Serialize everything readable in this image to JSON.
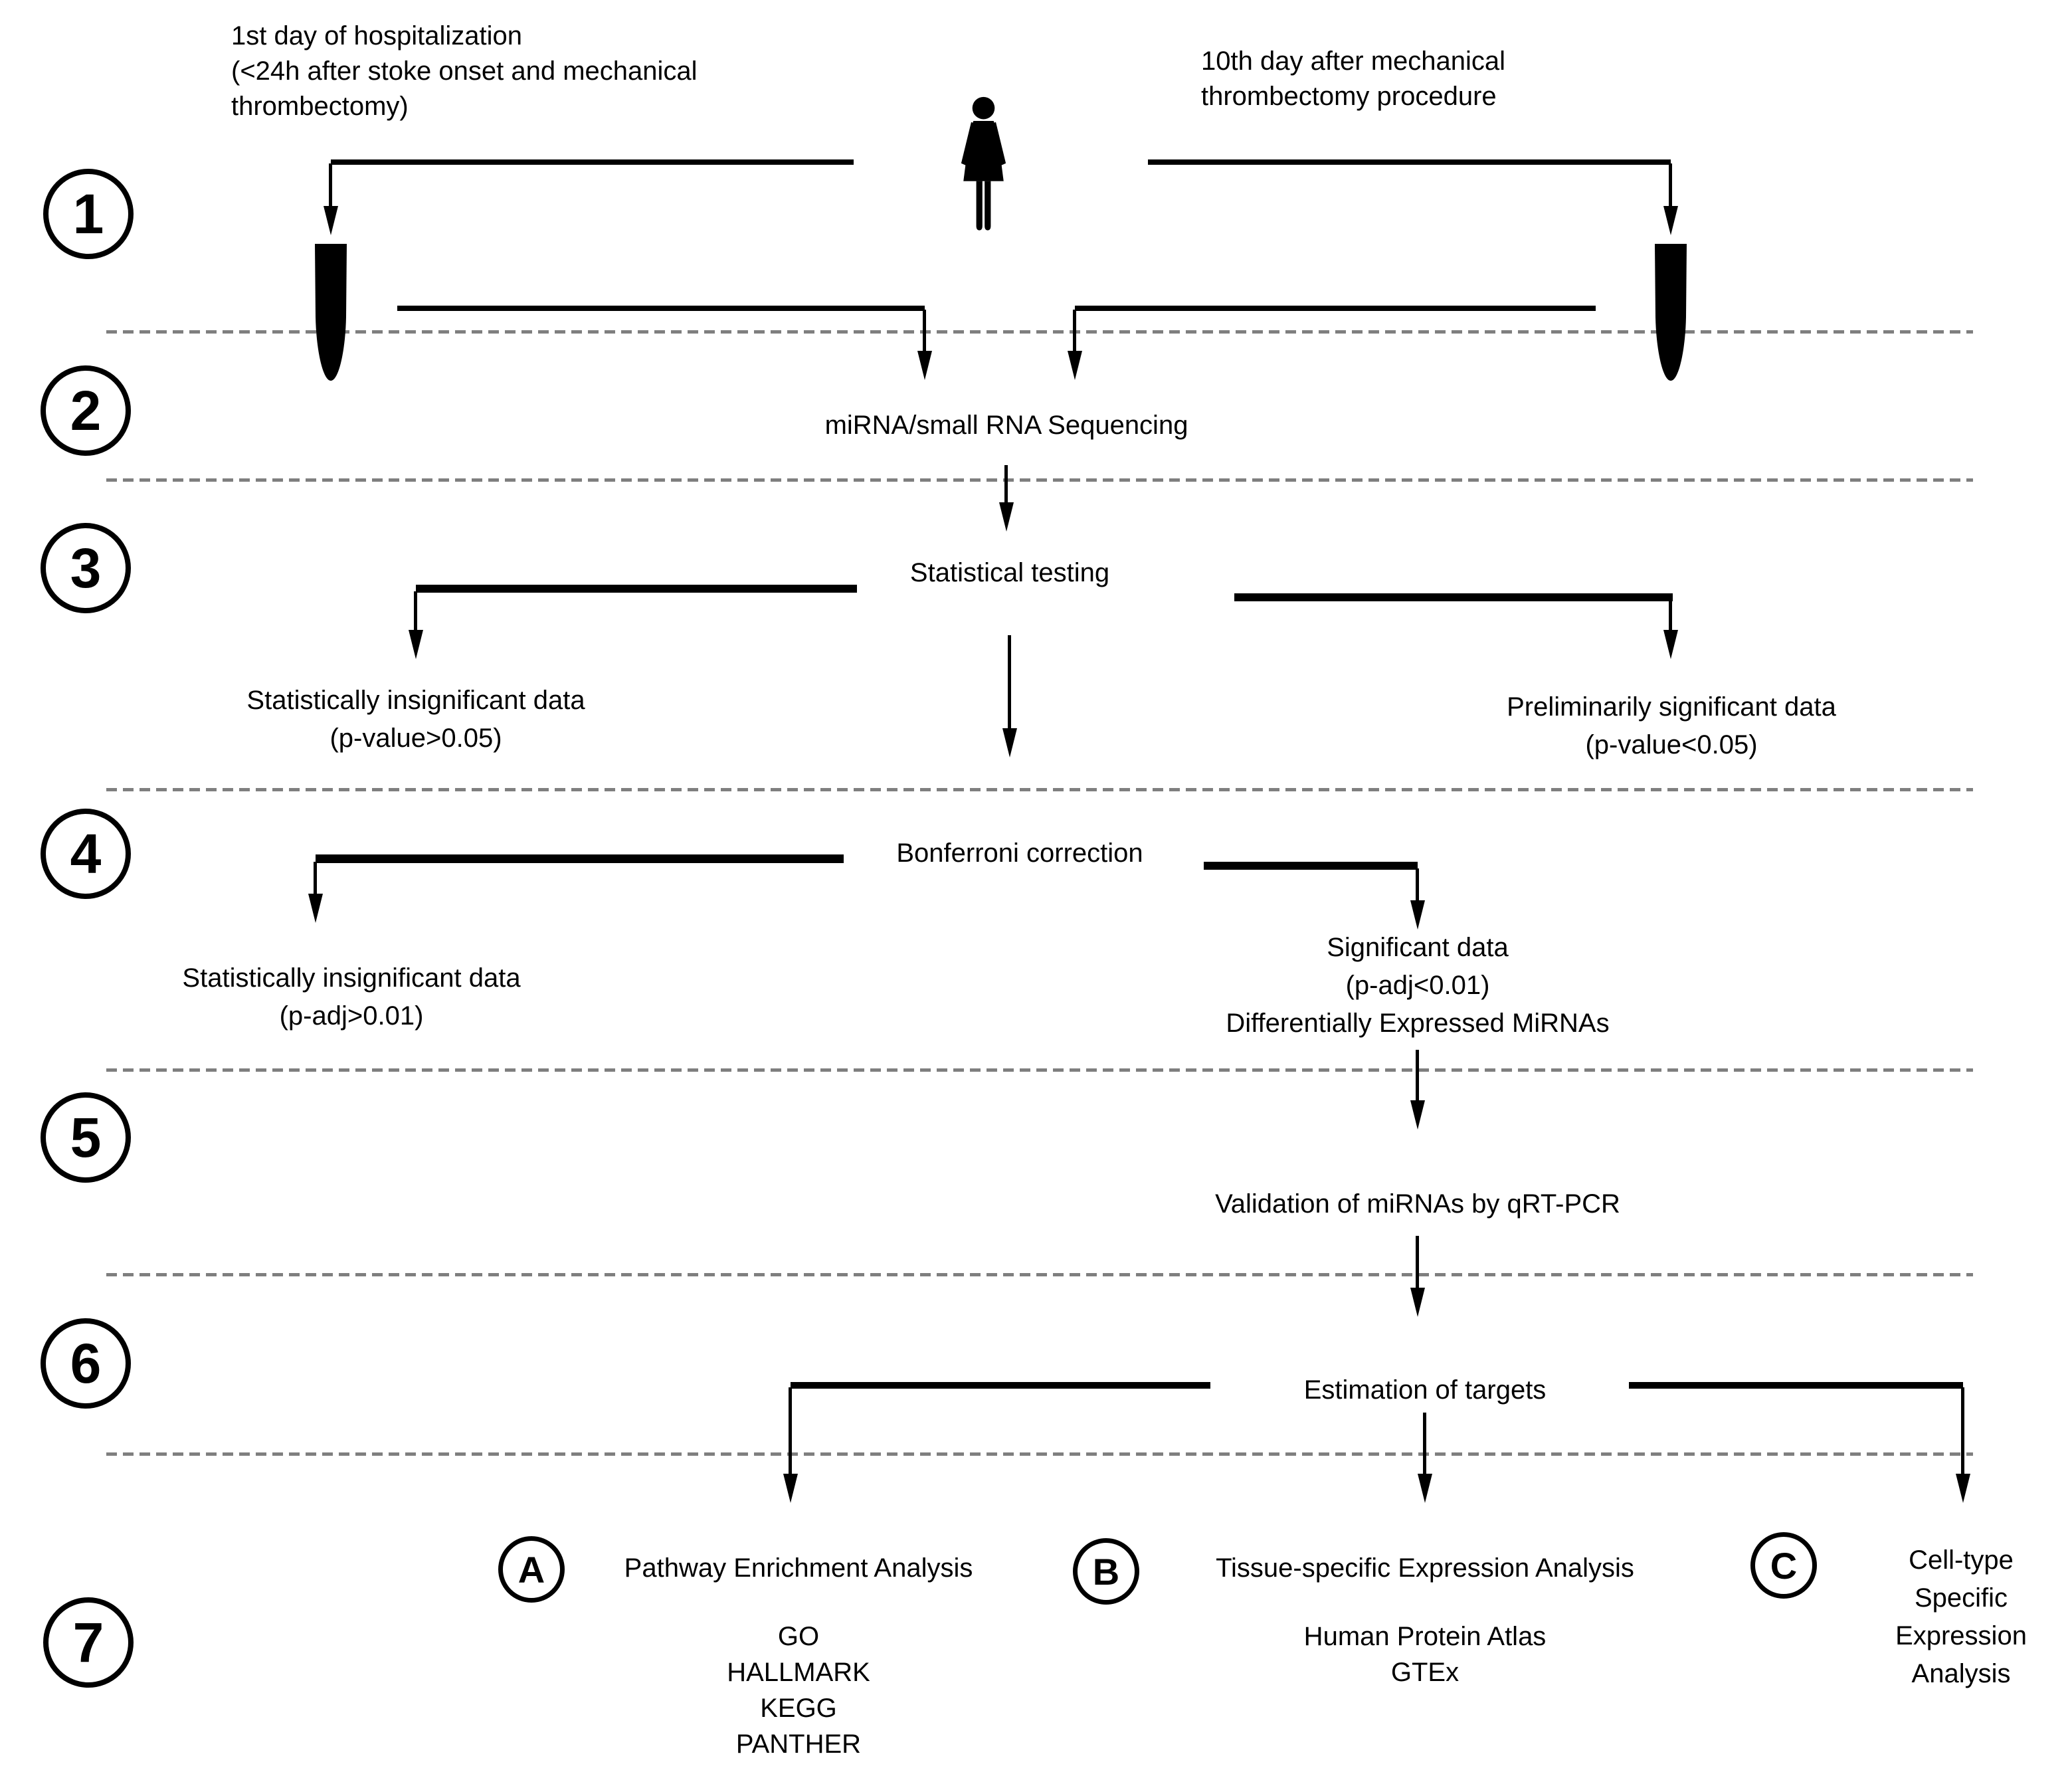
{
  "figure": {
    "background": "#ffffff",
    "ink": "#000000",
    "divider_color": "#7f7f7f"
  },
  "steps": [
    "1",
    "2",
    "3",
    "4",
    "5",
    "6",
    "7"
  ],
  "branches": [
    "A",
    "B",
    "C"
  ],
  "timeline": {
    "left_label": "1st day of hospitalization\n(<24h after stoke onset and mechanical\nthrombectomy)",
    "right_label": "10th day after mechanical\nthrombectomy procedure"
  },
  "nodes": {
    "sequencing": "miRNA/small RNA Sequencing",
    "statistical_testing": "Statistical testing",
    "insignificant_pvalue": "Statistically insignificant data\n(p-value>0.05)",
    "preliminarily_significant": "Preliminarily significant data\n(p-value<0.05)",
    "bonferroni": "Bonferroni correction",
    "insignificant_padj": "Statistically insignificant data\n(p-adj>0.01)",
    "significant": "Significant data\n(p-adj<0.01)\nDifferentially Expressed MiRNAs",
    "validation": "Validation of miRNAs by qRT-PCR",
    "estimation": "Estimation of targets",
    "pathway_analysis": "Pathway Enrichment Analysis",
    "pathway_tools": "GO\nHALLMARK\nKEGG\nPANTHER",
    "tissue_analysis": "Tissue-specific Expression Analysis",
    "tissue_tools": "Human Protein Atlas\nGTEx",
    "celltype_analysis": "Cell-type Specific\nExpression Analysis"
  },
  "icons": {
    "person": "woman-silhouette-icon",
    "left_tube": "blood-sample-tube-icon",
    "right_tube": "blood-sample-tube-icon"
  }
}
